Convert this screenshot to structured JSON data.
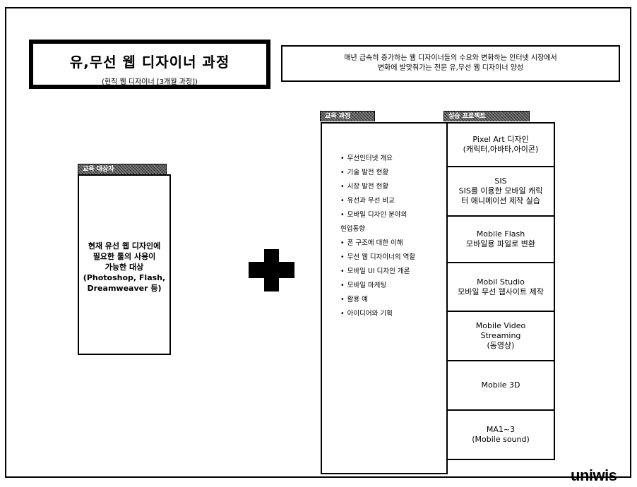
{
  "title": {
    "main": "유,무선 웹 디자이너 과정",
    "sub": "(현직 웹 디자이너 [3개월 과정])"
  },
  "description": {
    "line1": "매년 급속히 증가하는 웹 디자이너들의 수요와 변화하는 인터넷 시장에서",
    "line2": "변화에 발맞춰가는 전문 유,무선 웹 디자이너 양성"
  },
  "target": {
    "label": "교육 대상자",
    "lines": [
      "현재 유선 웹 디자인에",
      "필요한 툴의 사용이",
      "가능한 대상",
      "(Photoshop, Flash,",
      "Dreamweaver 등)"
    ]
  },
  "education": {
    "label": "교육 과정",
    "items": [
      "무선인터넷 개요",
      "기술 발전 현황",
      "시장 발전 현황",
      "유선과 무선 비교",
      "모바일 디자인 분야의",
      "현업동향",
      "폰 구조에 대한 이해",
      "무선 웹 디자이너의 역할",
      "모바일 UI 디자인 개론",
      "모바일 마케팅",
      "활용 예",
      "아이디어와 기획"
    ]
  },
  "practice": {
    "label": "실습 프로젝트",
    "items": [
      {
        "lines": [
          "Pixel Art 디자인",
          "(캐릭터,아바타,아이콘)"
        ]
      },
      {
        "lines": [
          "SIS",
          "SIS를 이용한 모바일 캐릭",
          "터 애니메이션 제작 실습"
        ]
      },
      {
        "lines": [
          "Mobile Flash",
          "모바일용 파일로 변환"
        ]
      },
      {
        "lines": [
          "Mobil Studio",
          "모바일 무선 웹사이트 제작"
        ]
      },
      {
        "lines": [
          "Mobile Video",
          "Streaming",
          "(동영상)"
        ]
      },
      {
        "lines": [
          "Mobile 3D"
        ]
      },
      {
        "lines": [
          "MA1~3",
          "(Mobile sound)"
        ]
      }
    ]
  },
  "logo": {
    "text": "uniwis"
  }
}
